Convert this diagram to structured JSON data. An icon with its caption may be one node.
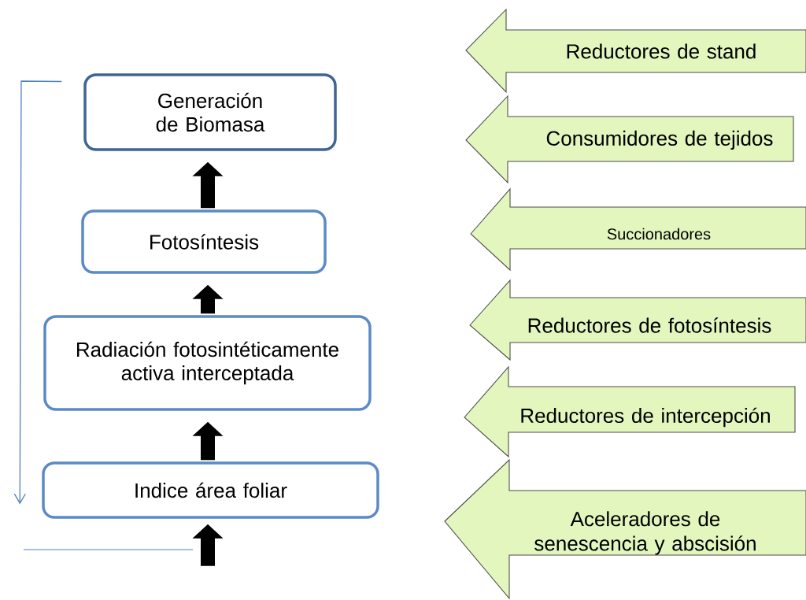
{
  "diagram": {
    "nodes": [
      {
        "text": [
          "Generación de Biomasa"
        ]
      },
      {
        "text": [
          "Fotosíntesis"
        ]
      },
      {
        "text": [
          "Radiación fotosintéticamente activa interceptada"
        ]
      },
      {
        "text": [
          "Indice área foliar"
        ]
      },
      {
        "text": [
          "Reductores de stand"
        ]
      },
      {
        "text": [
          "Consumidores de tejidos"
        ]
      },
      {
        "text": [
          "Succionadores"
        ]
      },
      {
        "text": [
          "Reductores de fotosíntesis"
        ]
      },
      {
        "text": [
          "Reductores de intercepción"
        ]
      },
      {
        "text": [
          "Aceleradores de senescencia y abscisión"
        ]
      }
    ],
    "edges": [
      {
        "from": 1,
        "to": 0,
        "arrow": "to"
      },
      {
        "from": 2,
        "to": 1,
        "arrow": "to"
      },
      {
        "from": 3,
        "to": 2,
        "arrow": "to"
      },
      {
        "from": null,
        "to": 3,
        "arrow": "to"
      },
      {
        "from": 0,
        "to": 3,
        "arrow": "to",
        "color": "#4f81bd"
      }
    ]
  }
}
